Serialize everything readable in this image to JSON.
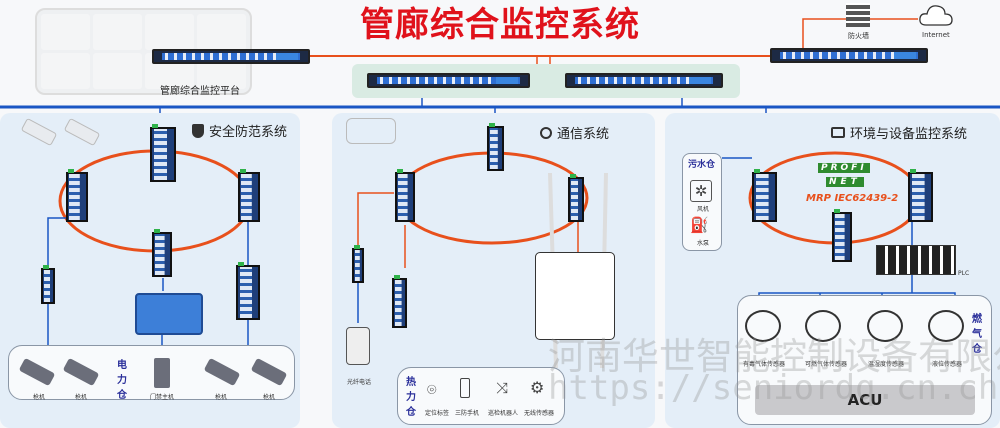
{
  "header": {
    "title": "管廊综合监控系统"
  },
  "platform": {
    "label": "管廊综合监控平台"
  },
  "top": {
    "firewall": "防火墙",
    "internet": "Internet"
  },
  "security": {
    "title": "安全防范系统",
    "zone": "电力仓",
    "devices": [
      "枪机",
      "枪机",
      "门禁主机",
      "枪机",
      "枪机"
    ]
  },
  "comm": {
    "title": "通信系统",
    "phone": "光纤电话",
    "zone": "热力仓",
    "devices": [
      "定位标签",
      "三防手机",
      "巡检机器人",
      "无线传感器"
    ]
  },
  "env": {
    "title": "环境与设备监控系统",
    "sewage": "污水仓",
    "fan": "风机",
    "pump": "水泵",
    "profinet_top": "PROFI",
    "profinet_bottom": "NET",
    "mrp": "MRP IEC62439-2",
    "plc": "PLC",
    "zone": "燃气仓",
    "sensors": [
      "有毒气体传感器",
      "可燃气体传感器",
      "温湿度传感器",
      "液位传感器"
    ],
    "acu": "ACU"
  },
  "watermark": {
    "company": "河南华世智能控制设备有限公司",
    "url": "https://seniordq.cn.china.cn"
  },
  "colors": {
    "title": "#e0121b",
    "ring": "#e8501c",
    "bus": "#1a56c4"
  }
}
